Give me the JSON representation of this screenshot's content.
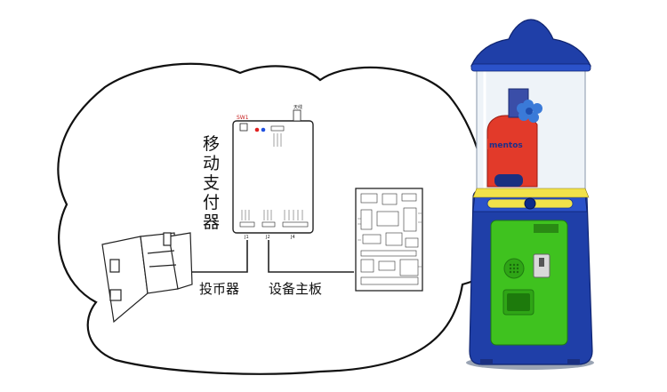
{
  "labels": {
    "mobile_payment": "移动支付器",
    "coin_acceptor": "投币器",
    "main_board": "设备主板"
  },
  "module": {
    "switch": "SW1",
    "antenna": "天线",
    "j1": "J1",
    "j2": "J2",
    "j4": "J4"
  },
  "machine": {
    "brand": "mentos"
  },
  "colors": {
    "machine_blue": "#1f3fa8",
    "machine_green": "#3fc21f",
    "machine_red": "#e23a2a",
    "outline": "#111111"
  }
}
